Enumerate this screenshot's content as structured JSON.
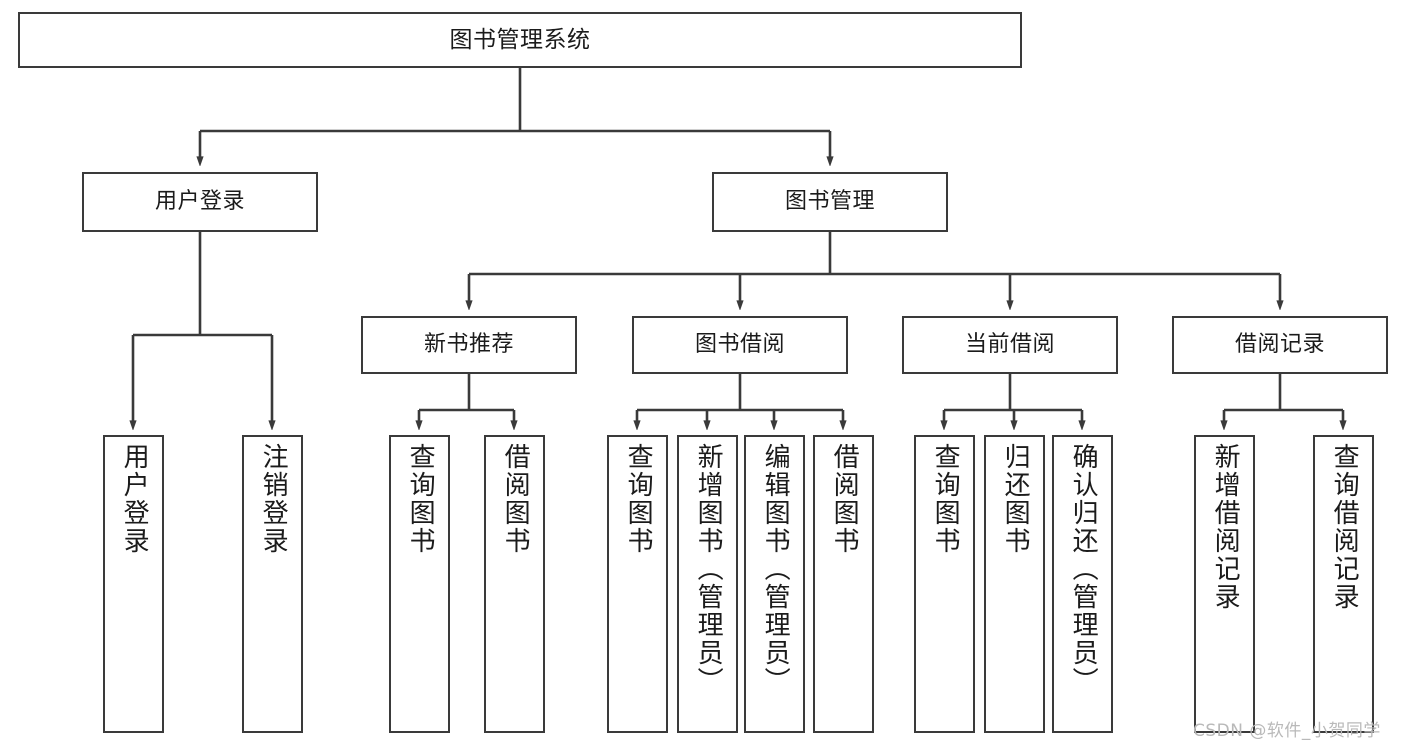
{
  "diagram": {
    "type": "tree-hierarchy-chart",
    "title": "图书管理系统",
    "watermark": "CSDN @软件_小贺同学",
    "colors": {
      "stroke": "#3a3a3a",
      "fill": "#ffffff",
      "text": "#1b1b1b",
      "watermark": "#b9b9b9"
    },
    "nodes": {
      "root": {
        "label": "图书管理系统"
      },
      "level2": [
        {
          "id": "user-login",
          "label": "用户登录"
        },
        {
          "id": "book-management",
          "label": "图书管理"
        }
      ],
      "level3": [
        {
          "id": "new-book-recommend",
          "label": "新书推荐"
        },
        {
          "id": "book-borrow",
          "label": "图书借阅"
        },
        {
          "id": "current-borrow",
          "label": "当前借阅"
        },
        {
          "id": "borrow-record",
          "label": "借阅记录"
        }
      ],
      "leaves": [
        {
          "id": "leaf-user-login",
          "label": "用户登录",
          "parent": "user-login"
        },
        {
          "id": "leaf-logout-login",
          "label": "注销登录",
          "parent": "user-login"
        },
        {
          "id": "leaf-query-book-1",
          "label": "查询图书",
          "parent": "new-book-recommend"
        },
        {
          "id": "leaf-borrow-book-1",
          "label": "借阅图书",
          "parent": "new-book-recommend"
        },
        {
          "id": "leaf-query-book-2",
          "label": "查询图书",
          "parent": "book-borrow"
        },
        {
          "id": "leaf-add-book",
          "label": "新增图书（管理员）",
          "parent": "book-borrow"
        },
        {
          "id": "leaf-edit-book",
          "label": "编辑图书（管理员）",
          "parent": "book-borrow"
        },
        {
          "id": "leaf-borrow-book-2",
          "label": "借阅图书",
          "parent": "book-borrow"
        },
        {
          "id": "leaf-query-book-3",
          "label": "查询图书",
          "parent": "current-borrow"
        },
        {
          "id": "leaf-return-book",
          "label": "归还图书",
          "parent": "current-borrow"
        },
        {
          "id": "leaf-confirm-return",
          "label": "确认归还（管理员）",
          "parent": "current-borrow"
        },
        {
          "id": "leaf-add-record",
          "label": "新增借阅记录",
          "parent": "borrow-record"
        },
        {
          "id": "leaf-query-record",
          "label": "查询借阅记录",
          "parent": "borrow-record"
        }
      ]
    }
  }
}
